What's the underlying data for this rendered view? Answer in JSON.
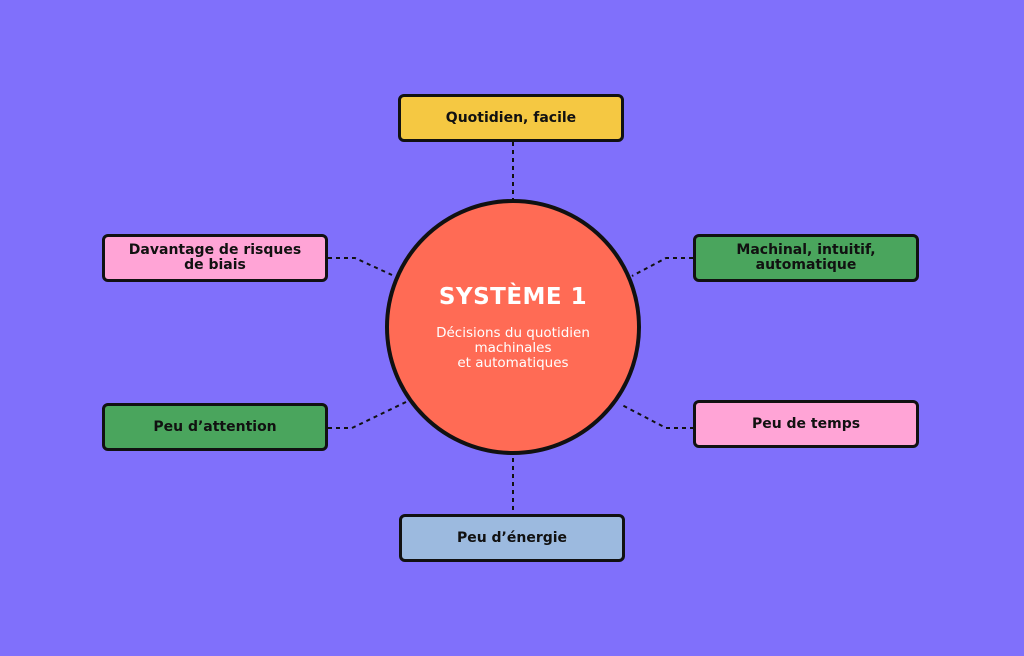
{
  "colors": {
    "background": "#8070fb",
    "center": "#ff6b55",
    "yellow": "#f5c842",
    "pink": "#ffa4d6",
    "green": "#4aa55d",
    "blue": "#9cbadf",
    "outline": "#111111"
  },
  "center": {
    "title": "SYSTÈME 1",
    "subtitle": "Décisions du quotidien\nmachinales\net automatiques"
  },
  "nodes": {
    "top": {
      "label": "Quotidien, facile",
      "color": "#f5c842"
    },
    "upper_left": {
      "label": "Davantage de risques\nde biais",
      "color": "#ffa4d6"
    },
    "upper_right": {
      "label": "Machinal, intuitif,\nautomatique",
      "color": "#4aa55d"
    },
    "lower_left": {
      "label": "Peu d’attention",
      "color": "#4aa55d"
    },
    "lower_right": {
      "label": "Peu de temps",
      "color": "#ffa4d6"
    },
    "bottom": {
      "label": "Peu d’énergie",
      "color": "#9cbadf"
    }
  }
}
